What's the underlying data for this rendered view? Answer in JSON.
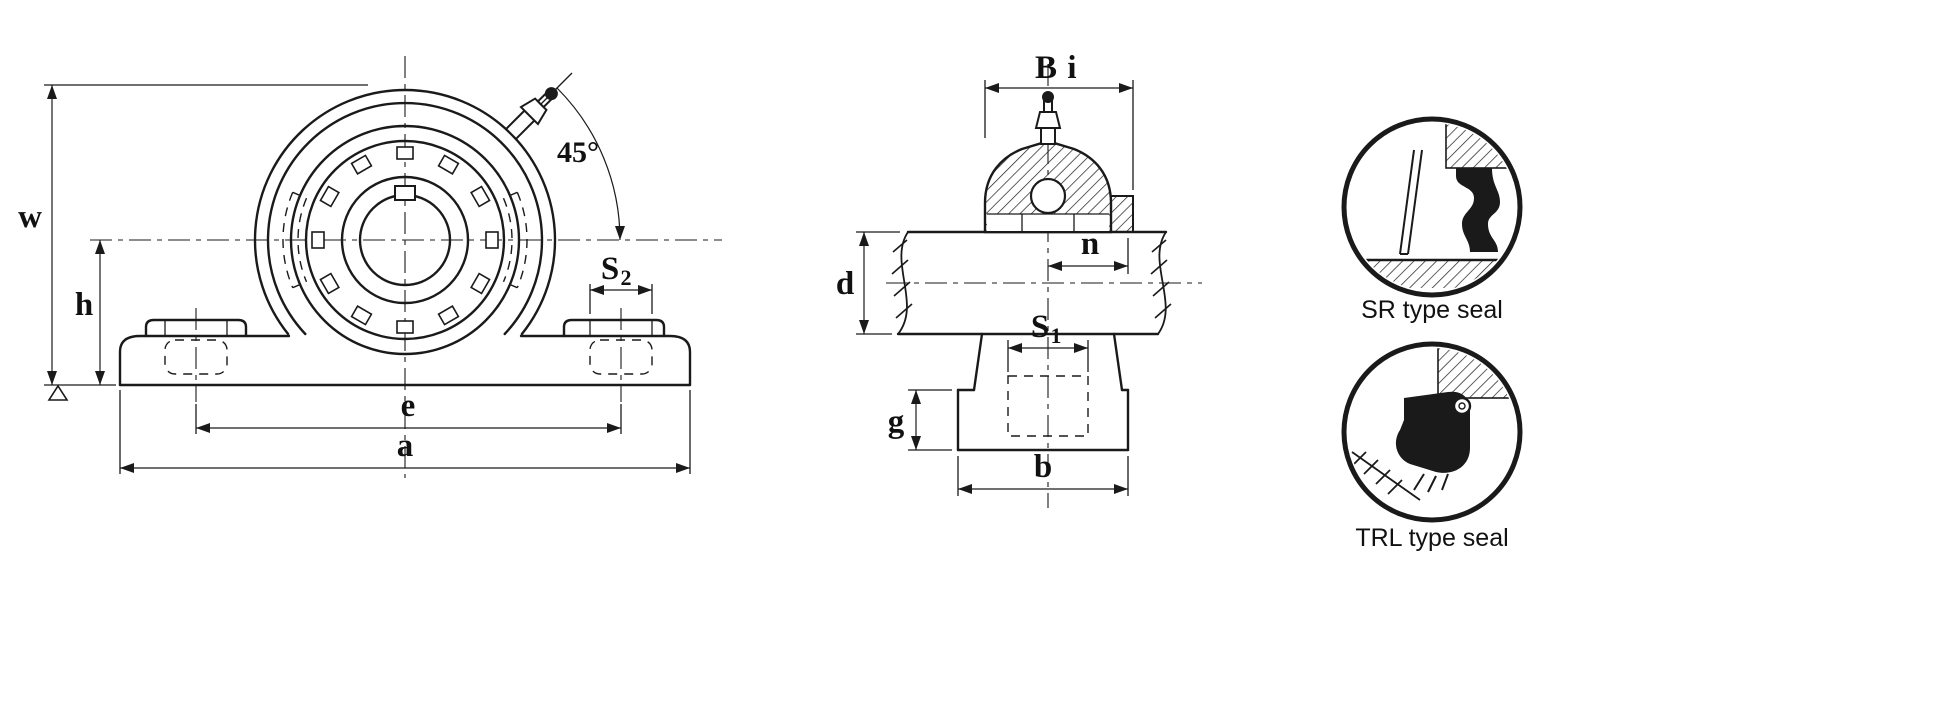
{
  "drawing": {
    "front_view": {
      "w": "w",
      "h": "h",
      "e": "e",
      "a": "a",
      "s2_base": "S",
      "s2_sub": "2",
      "angle": "45°"
    },
    "side_view": {
      "bi_base": "B",
      "bi_sub": "i",
      "n": "n",
      "d": "d",
      "s1_base": "S",
      "s1_sub": "1",
      "g": "g",
      "b": "b"
    },
    "seals": {
      "sr_label": "SR type seal",
      "trl_label": "TRL type seal"
    },
    "colors": {
      "ink": "#1a1a1a",
      "background": "#ffffff"
    }
  }
}
